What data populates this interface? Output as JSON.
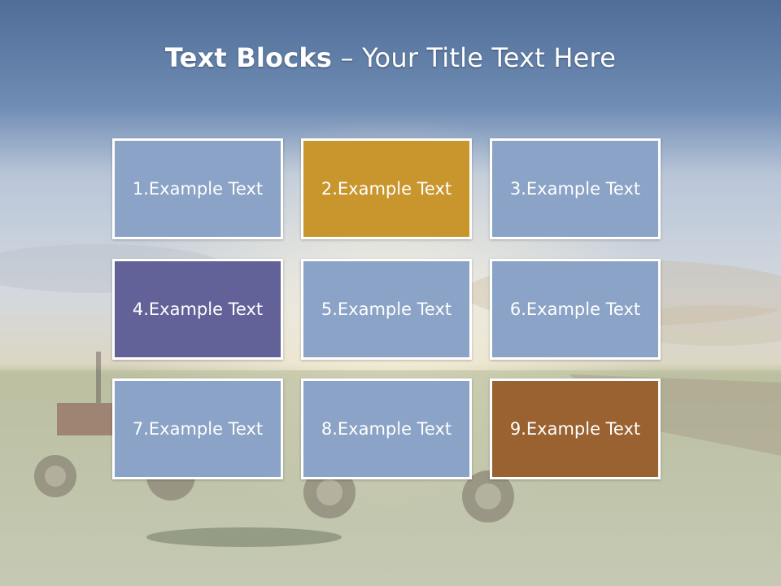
{
  "slide": {
    "title_bold": "Text Blocks",
    "title_sep": " – ",
    "title_rest": "Your Title Text Here"
  },
  "colors": {
    "default_block": "#8aa3c6",
    "gold": "#c9962d",
    "purple": "#636298",
    "brown": "#9a6230",
    "border": "#ffffff"
  },
  "blocks": [
    {
      "label": "1.Example Text",
      "color": "#8aa3c6"
    },
    {
      "label": "2.Example Text",
      "color": "#c9962d"
    },
    {
      "label": "3.Example Text",
      "color": "#8aa3c6"
    },
    {
      "label": "4.Example Text",
      "color": "#636298"
    },
    {
      "label": "5.Example Text",
      "color": "#8aa3c6"
    },
    {
      "label": "6.Example Text",
      "color": "#8aa3c6"
    },
    {
      "label": "7.Example Text",
      "color": "#8aa3c6"
    },
    {
      "label": "8.Example Text",
      "color": "#8aa3c6"
    },
    {
      "label": "9.Example Text",
      "color": "#9a6230"
    }
  ]
}
